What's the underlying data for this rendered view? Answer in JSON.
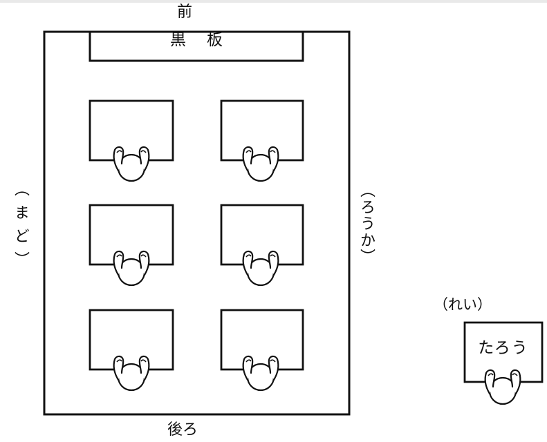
{
  "labels": {
    "front": "前",
    "back": "後ろ",
    "window": "（まど）",
    "hallway": "（ろうか）",
    "blackboard": "黒板",
    "example": "（れい）",
    "example_desk": "たろう"
  },
  "classroom": {
    "desk_rows": 3,
    "desk_columns": 2
  }
}
